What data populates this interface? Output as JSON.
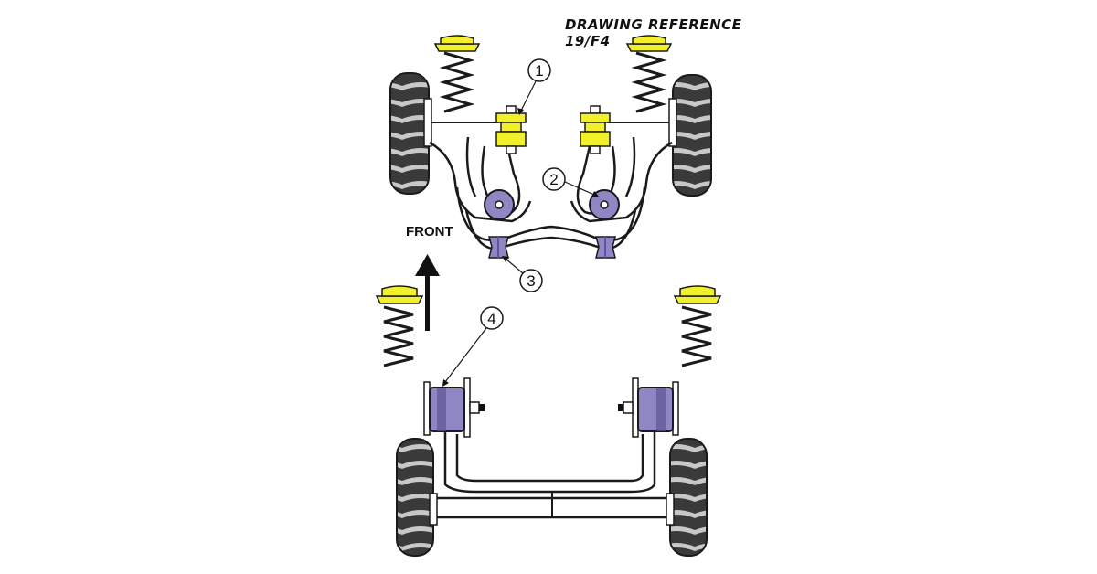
{
  "drawing_reference": {
    "title": "DRAWING REFERENCE",
    "code": "19/F4"
  },
  "front_label": "FRONT",
  "callouts": [
    {
      "id": "1",
      "label": "1"
    },
    {
      "id": "2",
      "label": "2"
    },
    {
      "id": "3",
      "label": "3"
    },
    {
      "id": "4",
      "label": "4"
    }
  ],
  "colors": {
    "bush_purple": "#8f86c4",
    "bush_purple_dark": "#5d5594",
    "mount_yellow": "#f2ef2b",
    "tyre_dark": "#3a3a3a",
    "tyre_light": "#d8d8d8",
    "outline": "#1a1a1a"
  }
}
